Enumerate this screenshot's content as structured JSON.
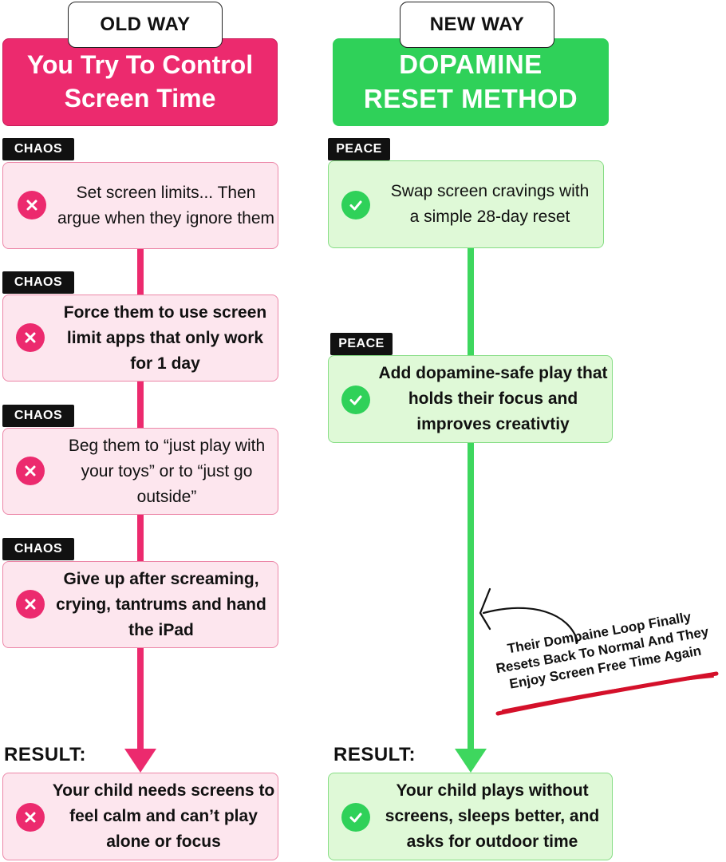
{
  "old": {
    "tab_label": "OLD WAY",
    "header": "You Try To Control Screen Time",
    "steps": [
      {
        "tag": "CHAOS",
        "text": "Set screen limits... Then argue when they ignore them"
      },
      {
        "tag": "CHAOS",
        "text": "Force them to use screen limit apps that only work for 1 day"
      },
      {
        "tag": "CHAOS",
        "text": "Beg them to “just play with your toys” or to “just go outside”"
      },
      {
        "tag": "CHAOS",
        "text": "Give up after screaming, crying, tantrums and hand the iPad"
      }
    ],
    "result_label": "RESULT:",
    "result_text": "Your child needs screens to feel calm and can’t play alone or focus"
  },
  "new": {
    "tab_label": "NEW WAY",
    "header": "DOPAMINE RESET METHOD",
    "steps": [
      {
        "tag": "PEACE",
        "text": "Swap screen cravings with a simple 28-day reset"
      },
      {
        "tag": "PEACE",
        "text": "Add dopamine-safe play that holds their focus and improves creativtiy"
      }
    ],
    "result_label": "RESULT:",
    "result_text": "Your child plays without screens, sleeps better, and asks for outdoor time"
  },
  "annotation": "Their Dompaine Loop Finally Resets Back To Normal And They Enjoy Screen Free Time Again",
  "colors": {
    "pink": "#ec2a6e",
    "pink_card": "#fde6ee",
    "green": "#2fd159",
    "green_card": "#dff9d7",
    "tag": "#111111",
    "underline": "#d4102a"
  },
  "icons": {
    "old": "x-circle-icon",
    "new": "check-circle-icon"
  }
}
